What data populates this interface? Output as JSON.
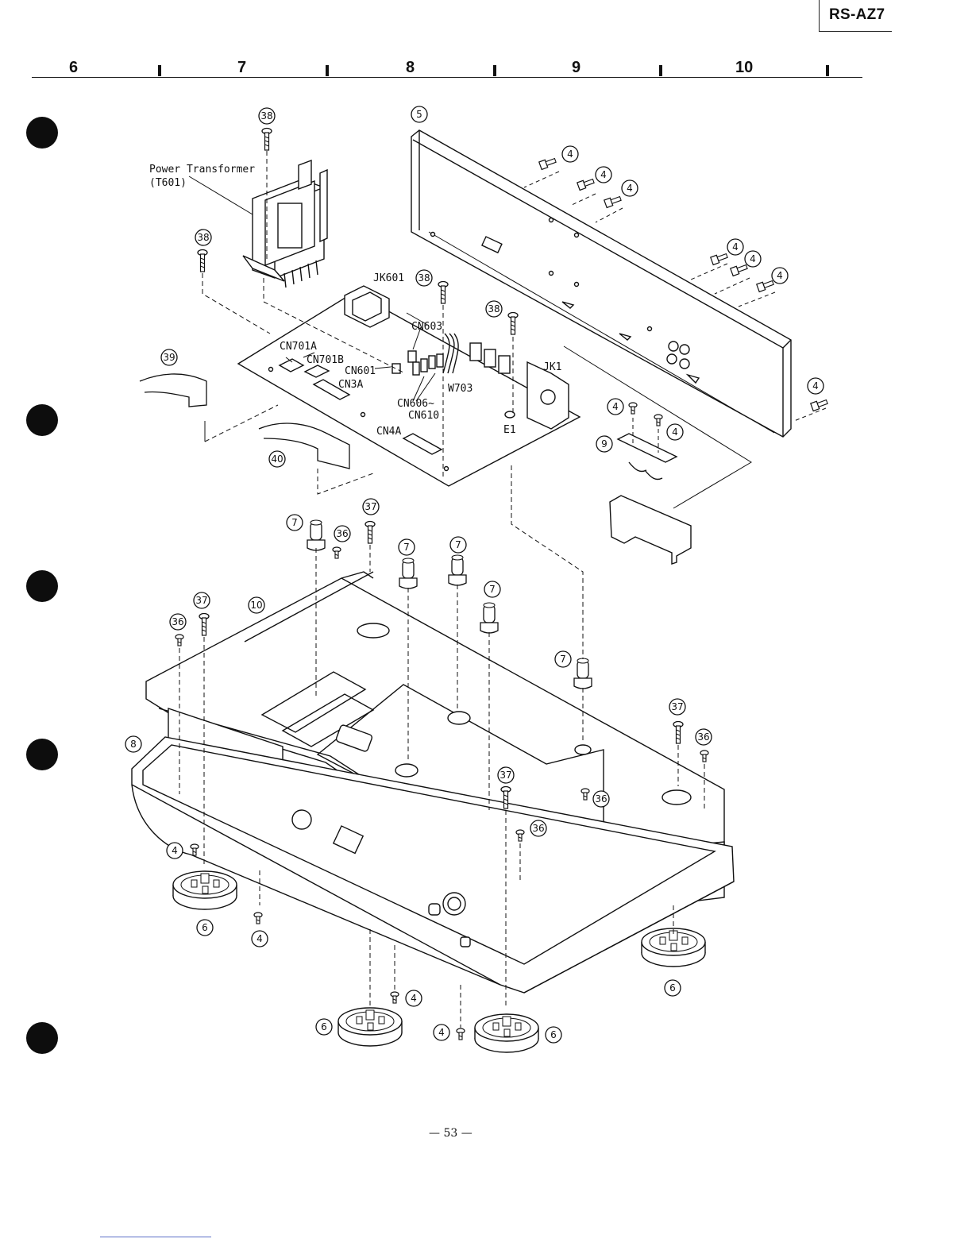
{
  "header": {
    "model": "RS-AZ7",
    "grid_numbers": [
      "6",
      "7",
      "8",
      "9",
      "10"
    ]
  },
  "labels": {
    "power_transformer": "Power Transformer",
    "t601": "(T601)",
    "jk601": "JK601",
    "cn603": "CN603",
    "cn701a": "CN701A",
    "cn701b": "CN701B",
    "cn601": "CN601",
    "cn3a": "CN3A",
    "w703": "W703",
    "cn606": "CN606~",
    "cn610": "CN610",
    "cn4a": "CN4A",
    "jk1": "JK1",
    "e1": "E1"
  },
  "callouts": {
    "c4": "4",
    "c5": "5",
    "c6": "6",
    "c7": "7",
    "c8": "8",
    "c9": "9",
    "c10": "10",
    "c36": "36",
    "c37": "37",
    "c38": "38",
    "c39": "39",
    "c40": "40"
  },
  "footer": {
    "page": "— 53 —"
  },
  "colors": {
    "ink": "#111111",
    "paper": "#ffffff",
    "footer_rule": "#5a6fc8"
  }
}
